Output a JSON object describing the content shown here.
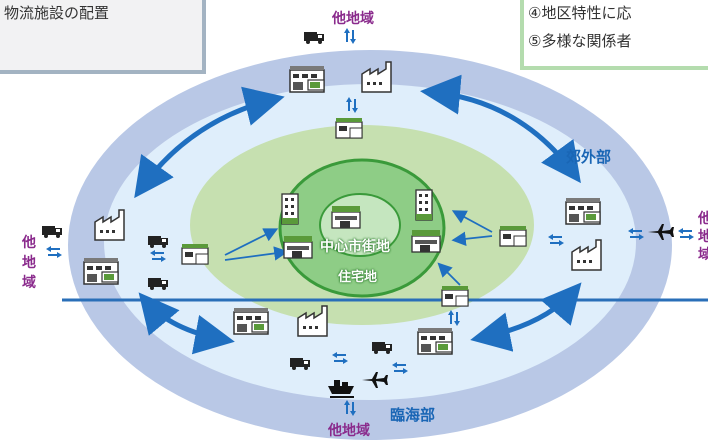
{
  "top_left_box": {
    "line1": "物流施設の配置"
  },
  "top_right_box": {
    "line1": "④地区特性に応",
    "line2": "⑤多様な関係者"
  },
  "labels": {
    "other_region_top": "他地域",
    "other_region_bottom": "他地域",
    "other_region_left_1": "他",
    "other_region_left_2": "地",
    "other_region_left_3": "域",
    "other_region_right_1": "他",
    "other_region_right_2": "地",
    "other_region_right_3": "域",
    "suburb": "郊外部",
    "waterfront": "臨海部",
    "city_center": "中心市街地",
    "residential": "住宅地"
  },
  "colors": {
    "outer_ring": "#b9c8e6",
    "inner_area": "#dfeefb",
    "residential_zone": "#c6e0b0",
    "city_core": "#7dc17a",
    "arrow_blue": "#1f6fc0",
    "label_purple": "#8a2a8c",
    "label_blue": "#1a66b5",
    "coast_line": "#2a6fb8"
  }
}
